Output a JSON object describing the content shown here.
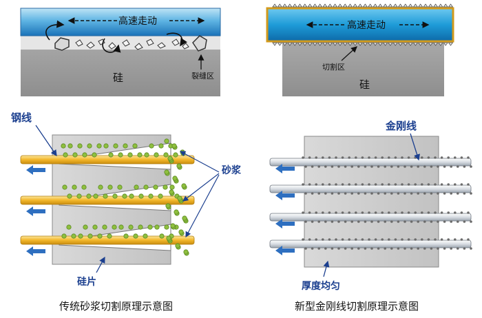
{
  "top_left": {
    "wire_label": "高速走动",
    "crack_label": "裂缝区",
    "silicon_label": "硅"
  },
  "top_right": {
    "wire_label": "高速走动",
    "cut_label": "切割区",
    "silicon_label": "硅"
  },
  "bottom_left": {
    "wire_label": "钢线",
    "slurry_label": "砂浆",
    "wafer_label": "硅片"
  },
  "bottom_right": {
    "wire_label": "金刚线",
    "thickness_label": "厚度均匀"
  },
  "captions": {
    "left": "传统砂浆切割原理示意图",
    "right": "新型金刚线切割原理示意图"
  },
  "colors": {
    "wire_blue": "#1e9bd8",
    "steel_wire": "#f2b62a",
    "silicon_gray": "#9a9a9a",
    "slurry_green": "#7cae3a",
    "label_blue": "#1b3f8f",
    "arrow_blue": "#2e6fc0"
  }
}
